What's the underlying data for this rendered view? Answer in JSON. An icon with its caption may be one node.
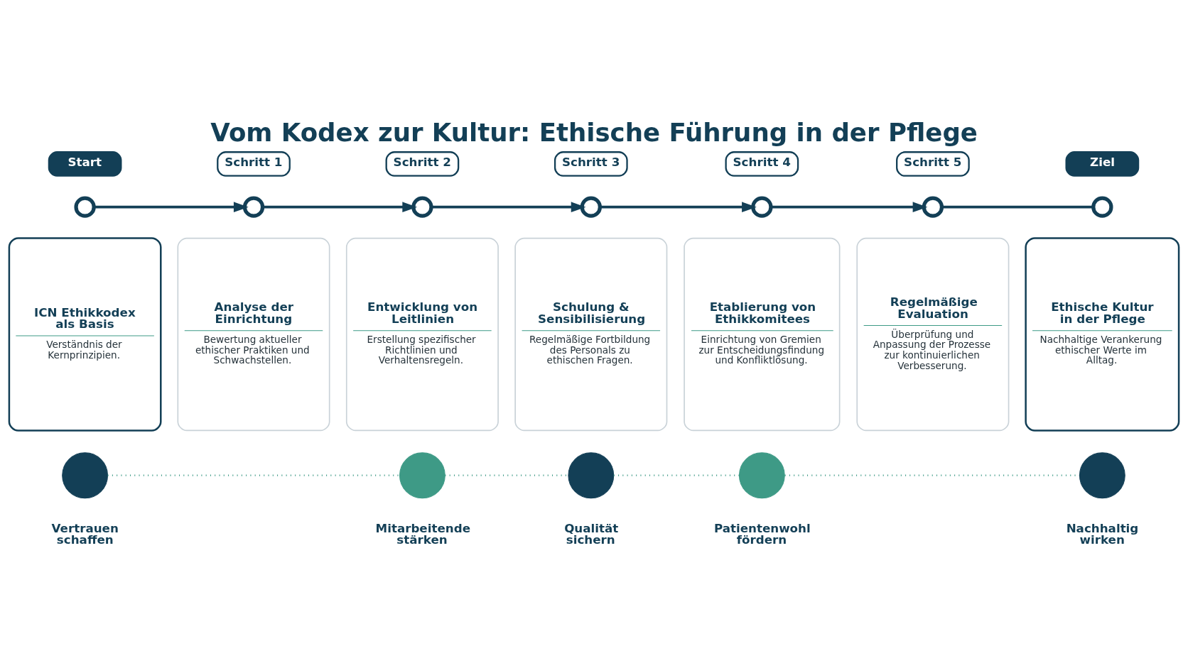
{
  "diagram": {
    "title": "Vom Kodex zur Kultur: Ethische Führung in der Pflege",
    "nodes": [
      {
        "text": [
          "Start"
        ]
      },
      {
        "text": [
          "Schritt 1"
        ]
      },
      {
        "text": [
          "Schritt 2"
        ]
      },
      {
        "text": [
          "Schritt 3"
        ]
      },
      {
        "text": [
          "Schritt 4"
        ]
      },
      {
        "text": [
          "Schritt 5"
        ]
      },
      {
        "text": [
          "Ziel"
        ]
      },
      {
        "text": [],
        "shape": "circle"
      },
      {
        "text": [],
        "shape": "circle"
      },
      {
        "text": [],
        "shape": "circle"
      },
      {
        "text": [],
        "shape": "circle"
      },
      {
        "text": [],
        "shape": "circle"
      },
      {
        "text": [],
        "shape": "circle"
      },
      {
        "text": [],
        "shape": "circle"
      },
      {
        "text": [
          "ICN Ethikkodex als Basis",
          "Verständnis der Kernprinzipien."
        ]
      },
      {
        "text": [
          "Analyse der Einrichtung",
          "Bewertung aktueller ethischer Praktiken und Schwachstellen."
        ]
      },
      {
        "text": [
          "Entwicklung von Leitlinien",
          "Erstellung spezifischer Richtlinien und Verhaltensregeln."
        ]
      },
      {
        "text": [
          "Schulung & Sensibilisierung",
          "Regelmäßige Fortbildung des Personals zu ethischen Fragen."
        ]
      },
      {
        "text": [
          "Etablierung von Ethikkomitees",
          "Einrichtung von Gremien zur Entscheidungsfindung und Konfliktlösung."
        ]
      },
      {
        "text": [
          "Regelmäßige Evaluation",
          "Überprüfung und Anpassung der Prozesse zur kontinuierlichen Verbesserung."
        ]
      },
      {
        "text": [
          "Ethische Kultur in der Pflege",
          "Nachhaltige Verankerung ethischer Werte im Alltag."
        ]
      },
      {
        "text": [],
        "shape": "circle",
        "beside": [
          "Vertrauen schaffen"
        ]
      },
      {
        "text": [],
        "shape": "circle",
        "beside": [
          "Mitarbeitende stärken"
        ]
      },
      {
        "text": [],
        "shape": "circle",
        "beside": [
          "Qualität sichern"
        ]
      },
      {
        "text": [],
        "shape": "circle",
        "beside": [
          "Patientenwohl fördern"
        ]
      },
      {
        "text": [],
        "shape": "circle",
        "beside": [
          "Nachhaltig wirken"
        ]
      }
    ],
    "edges": [
      {
        "from": 7,
        "to": 8,
        "arrow": "to"
      },
      {
        "from": 8,
        "to": 9,
        "arrow": "to"
      },
      {
        "from": 9,
        "to": 10,
        "arrow": "to"
      },
      {
        "from": 10,
        "to": 11,
        "arrow": "to"
      },
      {
        "from": 11,
        "to": 12,
        "arrow": "to"
      },
      {
        "from": 12,
        "to": 13,
        "arrow": "none"
      },
      {
        "from": 21,
        "to": 22,
        "arrow": "none",
        "style": "dashed",
        "color": "#3e9a86"
      },
      {
        "from": 22,
        "to": 23,
        "arrow": "none",
        "style": "dashed",
        "color": "#3e9a86"
      },
      {
        "from": 23,
        "to": 24,
        "arrow": "none",
        "style": "dashed",
        "color": "#3e9a86"
      },
      {
        "from": 24,
        "to": 25,
        "arrow": "none",
        "style": "dashed",
        "color": "#3e9a86"
      }
    ]
  }
}
